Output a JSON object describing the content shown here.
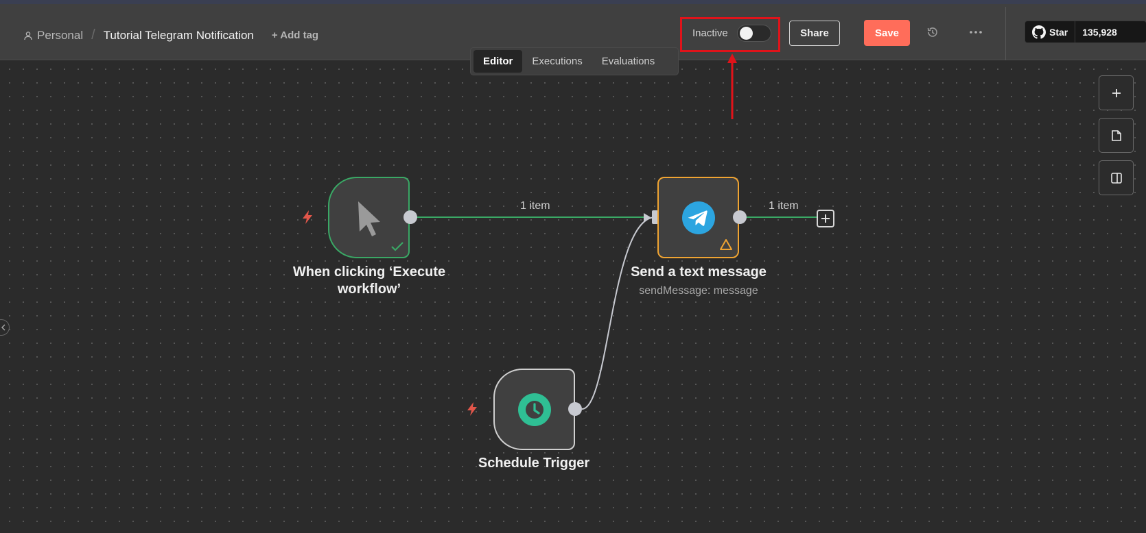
{
  "header": {
    "breadcrumb_owner": "Personal",
    "breadcrumb_sep": "/",
    "workflow_title": "Tutorial Telegram Notification",
    "add_tag_label": "+ Add tag",
    "status_label": "Inactive",
    "toggle_active": false,
    "share_label": "Share",
    "save_label": "Save",
    "github_star_label": "Star",
    "github_star_count": "135,928"
  },
  "tabs": [
    {
      "label": "Editor",
      "active": true
    },
    {
      "label": "Executions",
      "active": false
    },
    {
      "label": "Evaluations",
      "active": false
    }
  ],
  "nodes": {
    "manual_trigger": {
      "label": "When clicking ‘Execute workflow’",
      "status": "success",
      "icon": "cursor-icon"
    },
    "telegram": {
      "label": "Send a text message",
      "sublabel": "sendMessage: message",
      "status": "warning",
      "icon": "telegram-icon"
    },
    "schedule": {
      "label": "Schedule Trigger",
      "icon": "clock-icon"
    }
  },
  "edges": {
    "manual_to_telegram_label": "1 item",
    "telegram_out_label": "1 item"
  },
  "colors": {
    "accent_save": "#ff6d5a",
    "success_border": "#3aa865",
    "warning_border": "#f0a432",
    "highlight_box": "#e0131a",
    "telegram_blue": "#2ca5e0",
    "schedule_green": "#2fbf94"
  },
  "side_toolbar": [
    "zoom-in-icon",
    "sticky-note-icon",
    "panel-toggle-icon"
  ]
}
